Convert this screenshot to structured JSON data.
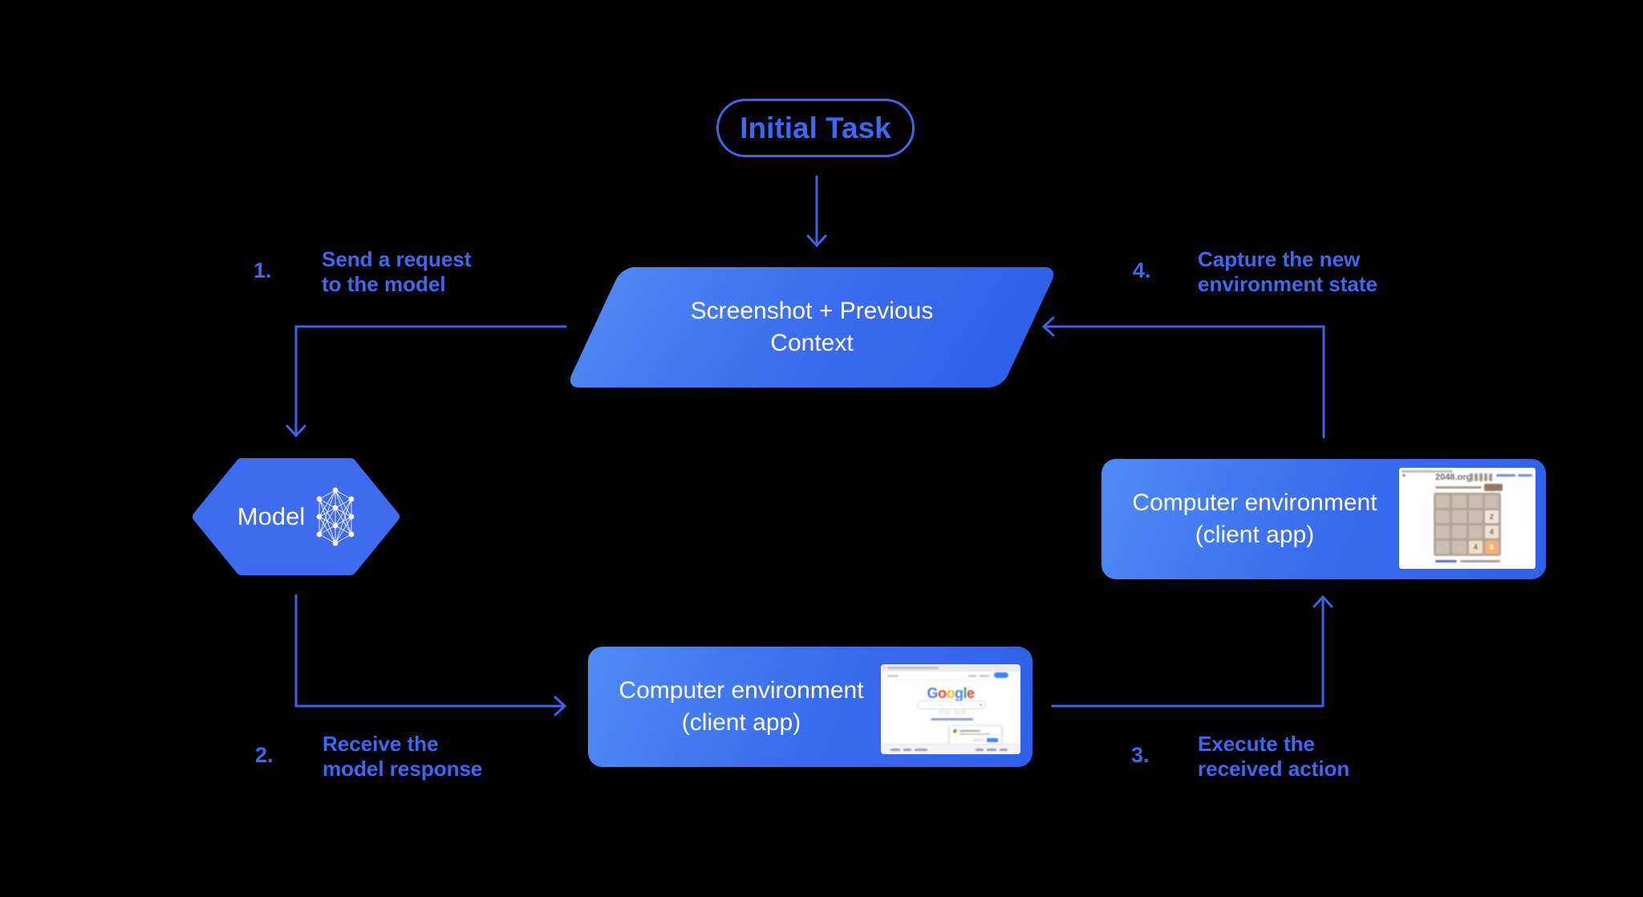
{
  "colors": {
    "background": "#000000",
    "accent_blue": "#3B69F5",
    "shape_text": "#FFFFFF",
    "parallelogram_gradient": [
      "#4F87F4",
      "#2F60E9"
    ],
    "env_box_gradient": [
      "#4F8CF6",
      "#2E60EA"
    ],
    "hexagon_fill": "#3E6BF0"
  },
  "nodes": {
    "initial_task": {
      "label": "Initial Task"
    },
    "screenshot_context": {
      "label": "Screenshot + Previous\nContext"
    },
    "model": {
      "label": "Model"
    },
    "computer_env_bottom": {
      "label": "Computer environment\n(client app)"
    },
    "computer_env_right": {
      "label": "Computer environment\n(client app)"
    }
  },
  "steps": [
    {
      "number": "1.",
      "text": "Send a request\nto the model"
    },
    {
      "number": "2.",
      "text": "Receive the\nmodel response"
    },
    {
      "number": "3.",
      "text": "Execute the\nreceived action"
    },
    {
      "number": "4.",
      "text": "Capture the new\nenvironment state"
    }
  ],
  "thumbnails": {
    "google_homepage": {
      "logo": "Google",
      "logo_colors": [
        "#4285F4",
        "#EA4335",
        "#FBBC05",
        "#4285F4",
        "#34A853",
        "#EA4335"
      ]
    },
    "game_2048": {
      "title": "2048.org",
      "tiles": [
        "",
        "",
        "",
        "",
        "",
        "",
        "",
        "2",
        "",
        "",
        "",
        "4",
        "",
        "",
        "4",
        "8"
      ],
      "tile_styles": {
        "2": {
          "bg": "#EEE4DA",
          "fg": "#776E65"
        },
        "4": {
          "bg": "#ECE0C8",
          "fg": "#776E65"
        },
        "8": {
          "bg": "#F2B179",
          "fg": "#F9F6F2"
        }
      }
    }
  }
}
